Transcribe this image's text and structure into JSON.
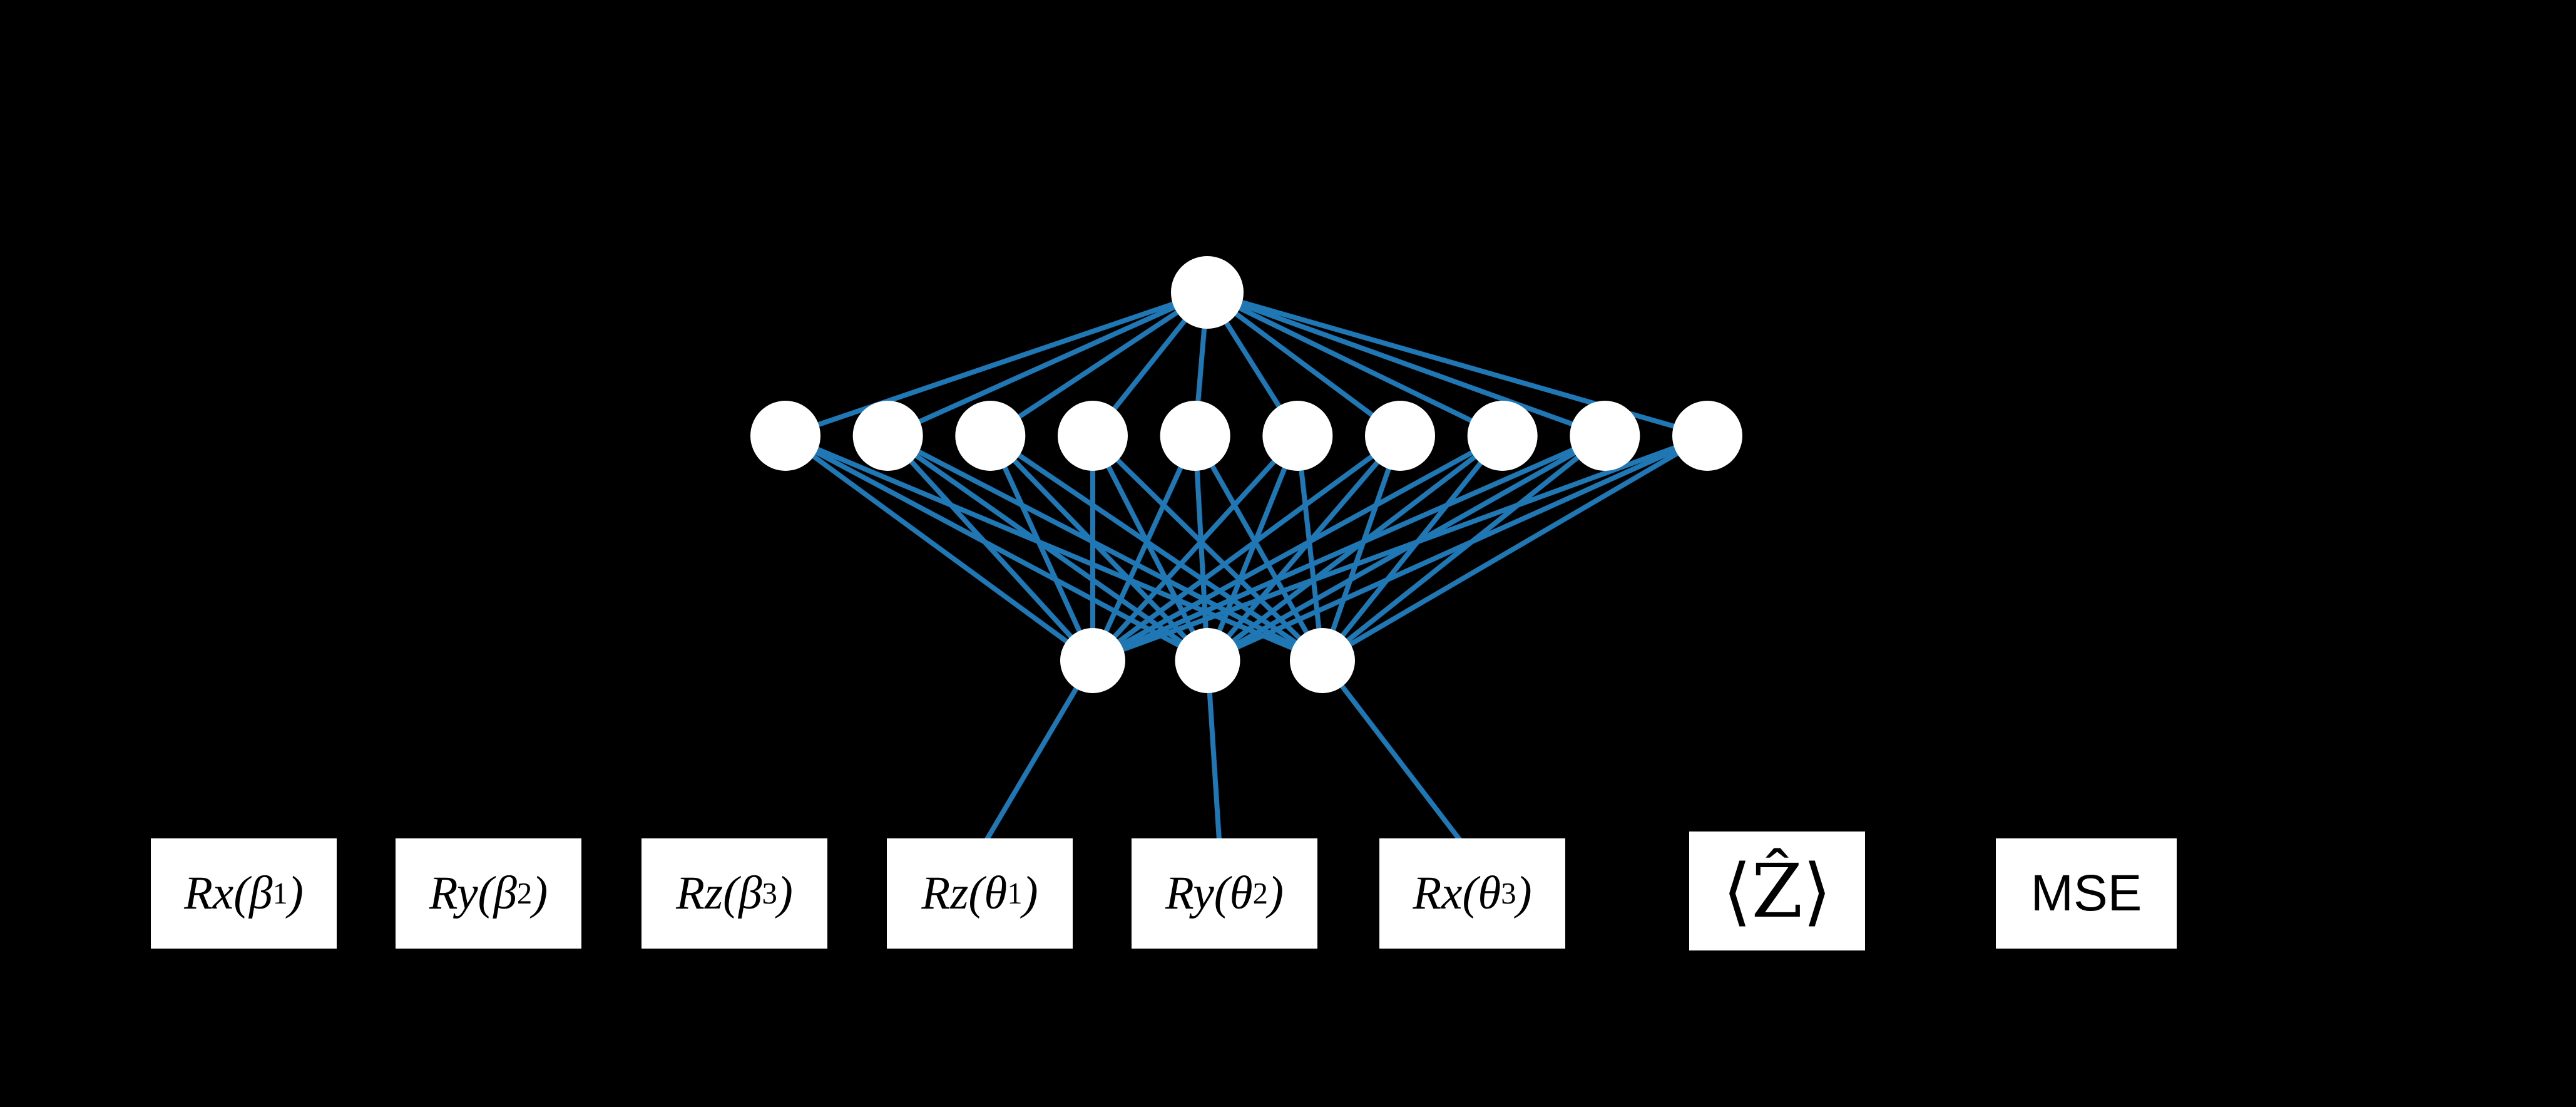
{
  "diagram": {
    "background_color": "#000000",
    "edge_color": "#1f77b4",
    "node_fill_color": "#ffffff",
    "network": {
      "top_nodes": 1,
      "hidden_nodes": 10,
      "output_nodes": 3
    }
  },
  "gates": [
    {
      "pre": "Rx(β",
      "sub": "1",
      "post": ")"
    },
    {
      "pre": "Ry(β",
      "sub": "2",
      "post": ")"
    },
    {
      "pre": "Rz(β",
      "sub": "3",
      "post": ")"
    },
    {
      "pre": "Rz(θ",
      "sub": "1",
      "post": ")"
    },
    {
      "pre": "Ry(θ",
      "sub": "2",
      "post": ")"
    },
    {
      "pre": "Rx(θ",
      "sub": "3",
      "post": ")"
    }
  ],
  "outputs": {
    "expectation_label": "⟨Ẑ⟩",
    "loss_label": "MSE"
  }
}
